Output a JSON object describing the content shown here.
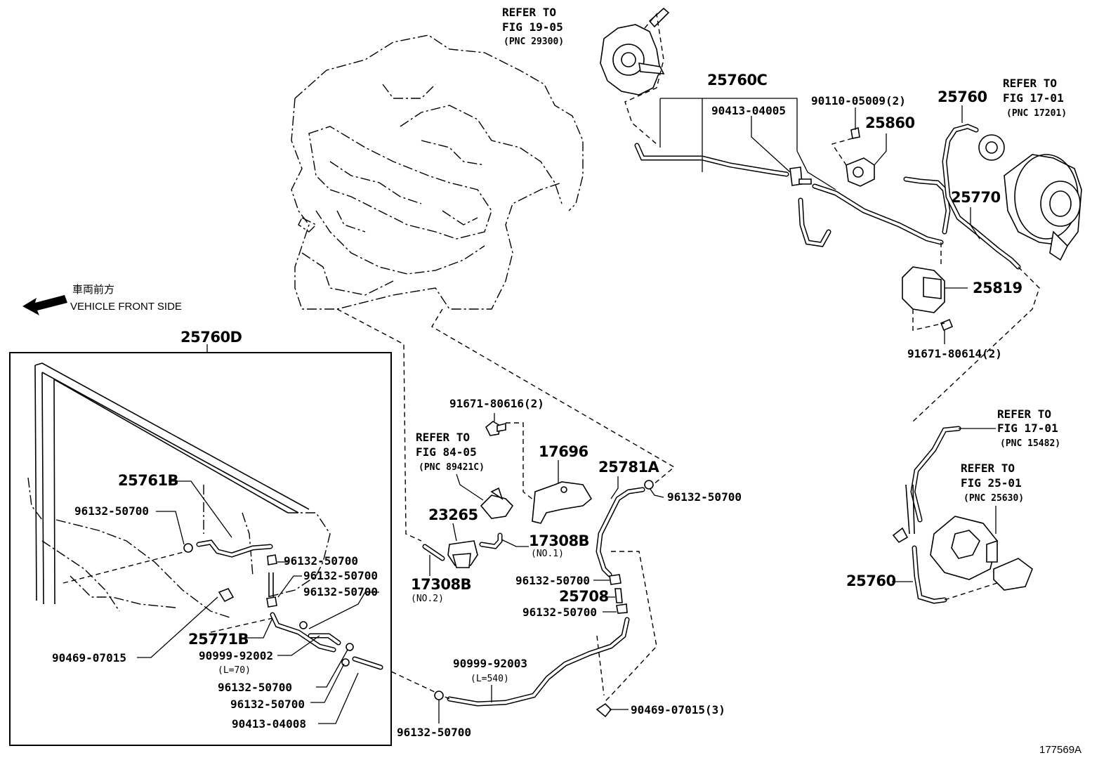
{
  "refer_blocks": {
    "fig1905": {
      "l1": "REFER TO",
      "l2": "FIG 19-05",
      "l3": "(PNC 29300)"
    },
    "fig1701a": {
      "l1": "REFER TO",
      "l2": "FIG 17-01",
      "l3": "(PNC 17201)"
    },
    "fig8405": {
      "l1": "REFER TO",
      "l2": "FIG 84-05",
      "l3": "(PNC 89421C)"
    },
    "fig1701b": {
      "l1": "REFER TO",
      "l2": "FIG 17-01",
      "l3": "(PNC 15482)"
    },
    "fig2501": {
      "l1": "REFER TO",
      "l2": "FIG 25-01",
      "l3": "(PNC 25630)"
    }
  },
  "vehicle_front": {
    "jp": "車両前方",
    "en": "VEHICLE FRONT SIDE"
  },
  "parts": {
    "p25760C": "25760C",
    "p90413_04005": "90413-04005",
    "p90110_05009": "90110-05009(2)",
    "p25860": "25860",
    "p25760_top": "25760",
    "p25770": "25770",
    "p25819": "25819",
    "p91671_80614": "91671-80614(2)",
    "p25760D": "25760D",
    "p25761B": "25761B",
    "p96132_a": "96132-50700",
    "p96132_b": "96132-50700",
    "p96132_c": "96132-50700",
    "p96132_d": "96132-50700",
    "p90469_07015": "90469-07015",
    "p25771B": "25771B",
    "p90999_92002": "90999-92002",
    "p90999_92002_len": "(L=70)",
    "p96132_e": "96132-50700",
    "p96132_f": "96132-50700",
    "p90413_04008": "90413-04008",
    "p91671_80616": "91671-80616(2)",
    "p17696": "17696",
    "p25781A": "25781A",
    "p96132_g": "96132-50700",
    "p23265": "23265",
    "p17308B_1": "17308B",
    "p17308B_1_no": "(NO.1)",
    "p17308B_2": "17308B",
    "p17308B_2_no": "(NO.2)",
    "p96132_h": "96132-50700",
    "p25708": "25708",
    "p96132_i": "96132-50700",
    "p90999_92003": "90999-92003",
    "p90999_92003_len": "(L=540)",
    "p90469_07015_3": "90469-07015(3)",
    "p96132_j": "96132-50700",
    "p25760_bot": "25760",
    "p177569A": "177569A"
  }
}
